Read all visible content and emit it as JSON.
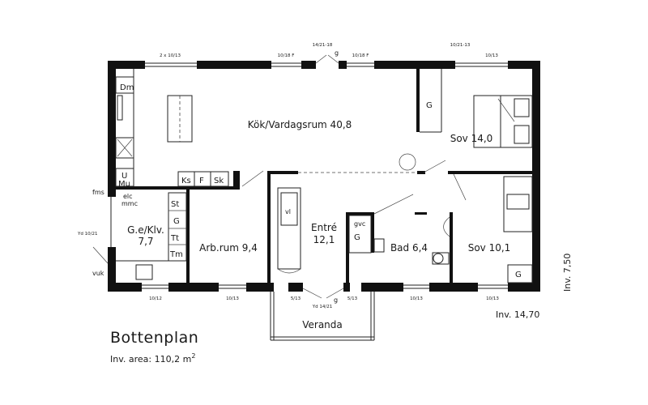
{
  "title": "Bottenplan",
  "area": {
    "label": "Inv. area: 110,2 m",
    "unit_sup": "2"
  },
  "dims": {
    "width": "Inv. 14,70",
    "depth": "Inv. 7,50"
  },
  "rooms": {
    "kok": "Kök/Vardagsrum 40,8",
    "sov1": "Sov 14,0",
    "sov2": "Sov 10,1",
    "arb": "Arb.rum 9,4",
    "entre": "Entré",
    "entre_area": "12,1",
    "bad": "Bad 6,4",
    "ge": "G.e/Klv.",
    "ge_area": "7,7",
    "veranda": "Veranda"
  },
  "fixtures": {
    "dm": "Dm",
    "u": "U",
    "mu": "Mu",
    "elc": "elc",
    "mmc": "mmc",
    "ks": "Ks",
    "f": "F",
    "sk": "Sk",
    "st": "St",
    "g": "G",
    "tt": "Tt",
    "tm": "Tm",
    "vl": "vl",
    "gvc": "gvc",
    "g_entre": "G",
    "g_sov1": "G",
    "g_sov2": "G"
  },
  "labels": {
    "fms": "fms",
    "yd_left": "Yd 10/21",
    "vuk": "vuk",
    "yd_bottom": "Yd 14/21",
    "g1": "g",
    "g2": "g"
  },
  "windows": {
    "top1": "2 x 10/13",
    "top2": "10/18 F",
    "top3": "14/21-18",
    "top4": "10/18 F",
    "top5": "10/21-13",
    "top6": "10/13",
    "bot1": "10/12",
    "bot2": "10/13",
    "bot3": "5/13",
    "bot4": "5/13",
    "bot5": "10/13",
    "bot6": "10/13"
  }
}
